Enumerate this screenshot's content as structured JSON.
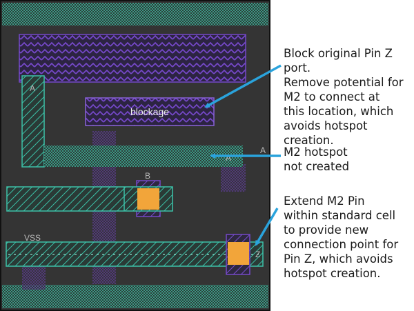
{
  "diagram": {
    "labels": {
      "pin_a_left": "A",
      "pin_a_m2": "A",
      "pin_a_edge": "A",
      "pin_b": "B",
      "vss": "VSS",
      "pin_z": "Z",
      "blockage": "blockage"
    },
    "callouts": {
      "blockage": "Block original Pin Z port.\nRemove potential for\nM2 to connect at\nthis location, which\navoids hotspot creation.",
      "hotspot": "M2 hotspot\nnot created",
      "extend": "Extend M2 Pin\nwithin standard cell\nto provide new\nconnection point for\nPin Z, which avoids\nhotspot creation."
    },
    "colors": {
      "cell_background": "#343434",
      "metal1_purple": "#7548c8",
      "metal2_teal": "#3cc2a8",
      "via_orange": "#f2a53a",
      "arrow_blue": "#2aa3dc",
      "frame": "#111111"
    }
  }
}
